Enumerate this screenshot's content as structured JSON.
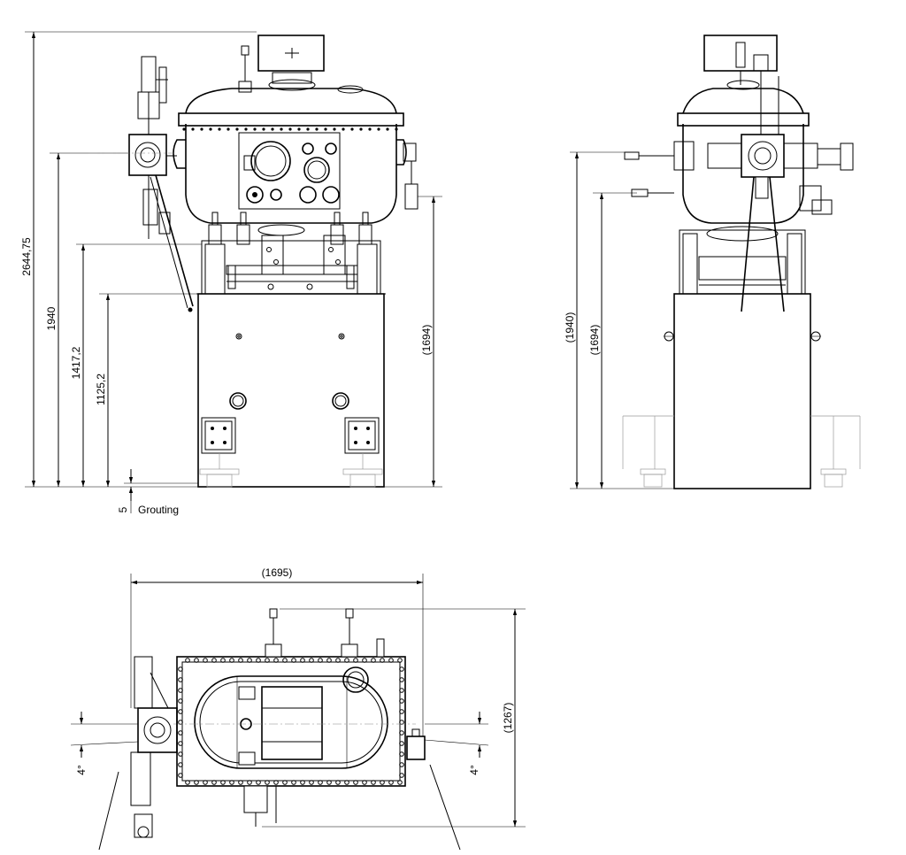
{
  "drawing": {
    "front_view": {
      "dimensions": {
        "overall_height": "2644,75",
        "flange_height": "1940",
        "frame_top_height": "1417,2",
        "base_top_height": "1125,2",
        "port_height": "(1694)",
        "grout_gap": "5"
      },
      "grout_label": "Grouting"
    },
    "side_view": {
      "dimensions": {
        "flange_height": "(1940)",
        "port_height": "(1694)"
      }
    },
    "top_view": {
      "dimensions": {
        "width": "(1695)",
        "depth": "(1267)",
        "angle_left": "4°",
        "angle_right": "4°"
      }
    }
  }
}
